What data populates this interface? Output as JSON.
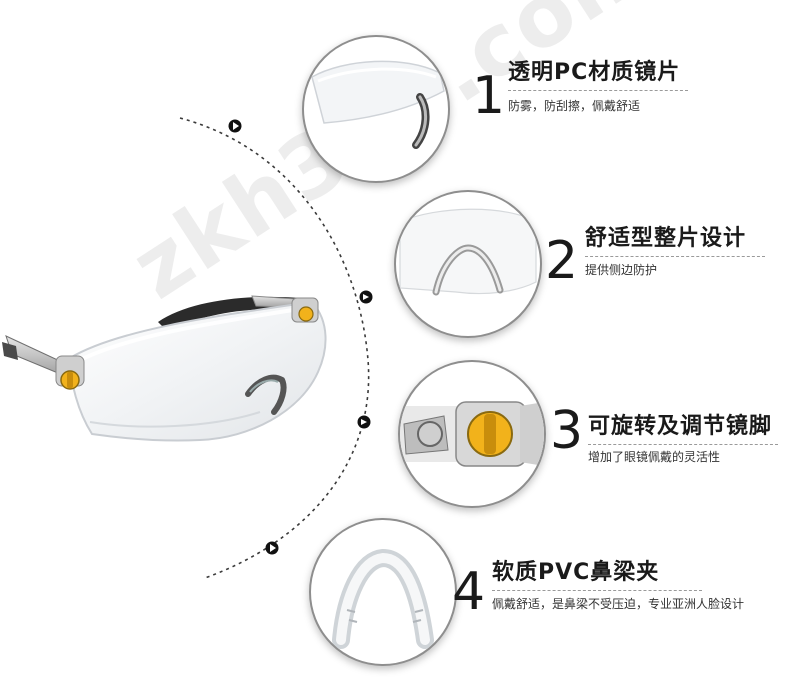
{
  "watermark": "zkh360.com",
  "colors": {
    "accent": "#f2b21b",
    "frame": "#bdbdbd",
    "ring": "#8e8e8e"
  },
  "features": [
    {
      "number": "1",
      "title": "透明PC材质镜片",
      "desc": "防雾，防刮擦，佩戴舒适"
    },
    {
      "number": "2",
      "title": "舒适型整片设计",
      "desc": "提供侧边防护"
    },
    {
      "number": "3",
      "title": "可旋转及调节镜脚",
      "desc": "增加了眼镜佩戴的灵活性"
    },
    {
      "number": "4",
      "title": "软质PVC鼻梁夹",
      "desc": "佩戴舒适，是鼻梁不受压迫，专业亚洲人脸设计"
    }
  ]
}
